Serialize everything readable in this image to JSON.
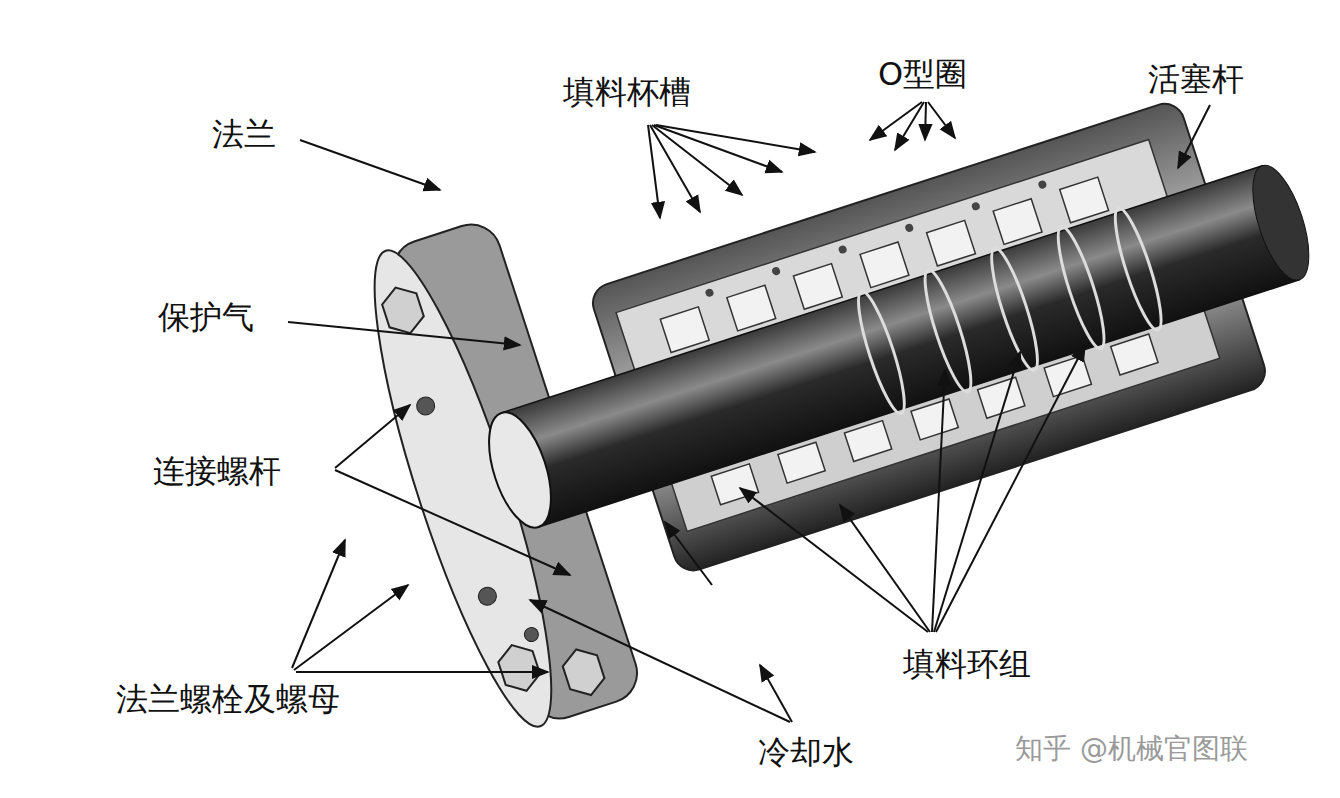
{
  "diagram": {
    "labels": [
      "法兰",
      "填料杯槽",
      "O型圈",
      "活塞杆",
      "保护气",
      "连接螺杆",
      "法兰螺栓及螺母",
      "填料环组",
      "冷却水",
      "知乎 @机械官图联"
    ]
  }
}
